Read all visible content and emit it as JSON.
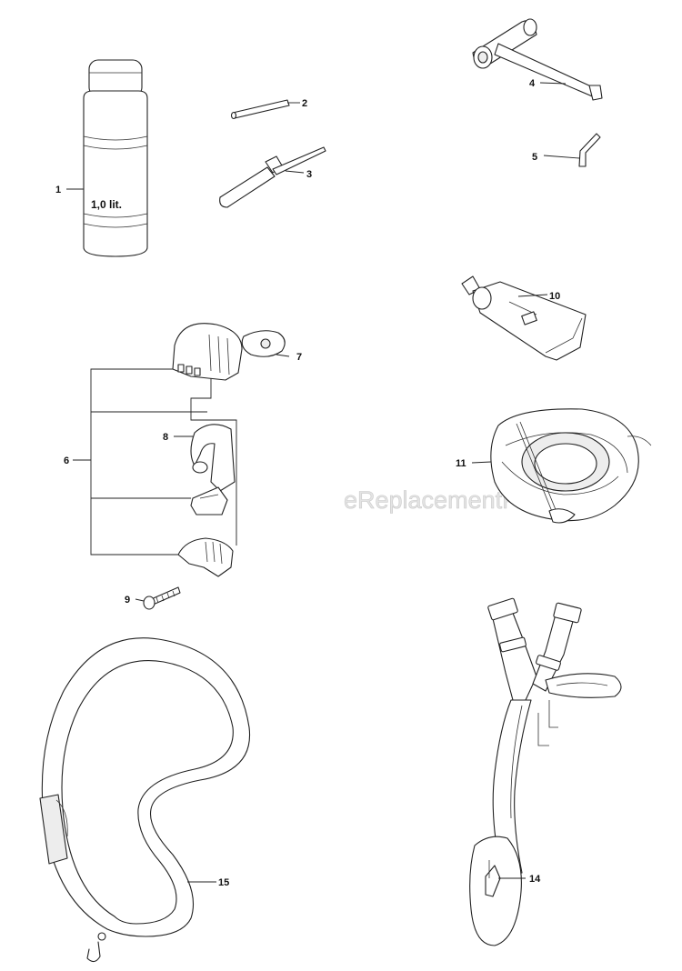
{
  "diagram": {
    "watermark": "eReplacementParts.com",
    "bottle_text": "1,0 lit.",
    "callouts": [
      {
        "id": "part-1",
        "label": "1",
        "part": "oil-bottle"
      },
      {
        "id": "part-2",
        "label": "2",
        "part": "rod"
      },
      {
        "id": "part-3",
        "label": "3",
        "part": "screwdriver"
      },
      {
        "id": "part-4",
        "label": "4",
        "part": "combination-wrench"
      },
      {
        "id": "part-5",
        "label": "5",
        "part": "hex-key"
      },
      {
        "id": "part-6",
        "label": "6",
        "part": "guard-kit"
      },
      {
        "id": "part-7",
        "label": "7",
        "part": "cap"
      },
      {
        "id": "part-8",
        "label": "8",
        "part": "bracket"
      },
      {
        "id": "part-9",
        "label": "9",
        "part": "screw"
      },
      {
        "id": "part-10",
        "label": "10",
        "part": "grease-tube"
      },
      {
        "id": "part-11",
        "label": "11",
        "part": "blade-guard"
      },
      {
        "id": "part-14",
        "label": "14",
        "part": "harness"
      },
      {
        "id": "part-15",
        "label": "15",
        "part": "shoulder-strap"
      }
    ]
  }
}
